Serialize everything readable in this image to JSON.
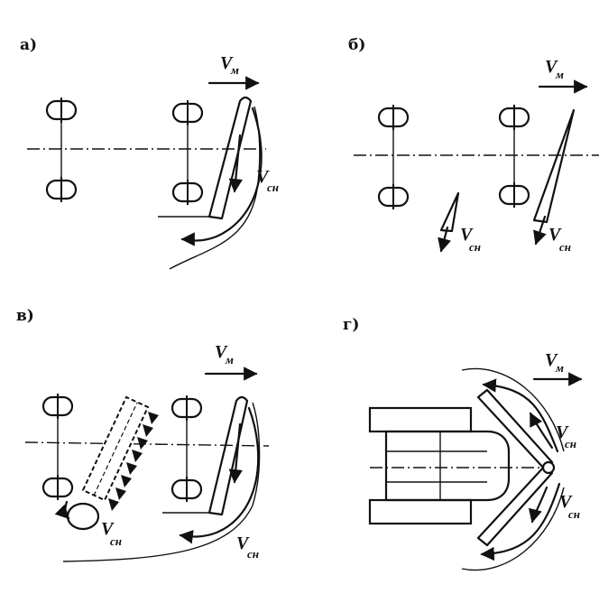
{
  "panels": {
    "a": {
      "label": "а)",
      "vm_main": "V",
      "vm_sub": "м",
      "vsn_main": "V",
      "vsn_sub": "сн"
    },
    "b": {
      "label": "б)",
      "vm_main": "V",
      "vm_sub": "м",
      "vsn1_main": "V",
      "vsn1_sub": "сн",
      "vsn2_main": "V",
      "vsn2_sub": "сн"
    },
    "v": {
      "label": "в)",
      "vm_main": "V",
      "vm_sub": "м",
      "vsn1_main": "V",
      "vsn1_sub": "сн",
      "vsn2_main": "V",
      "vsn2_sub": "сн"
    },
    "g": {
      "label": "г)",
      "vm_main": "V",
      "vm_sub": "м",
      "vsn1_main": "V",
      "vsn1_sub": "сн",
      "vsn2_main": "V",
      "vsn2_sub": "сн"
    }
  },
  "colors": {
    "ink": "#111111",
    "paper": "#ffffff"
  }
}
